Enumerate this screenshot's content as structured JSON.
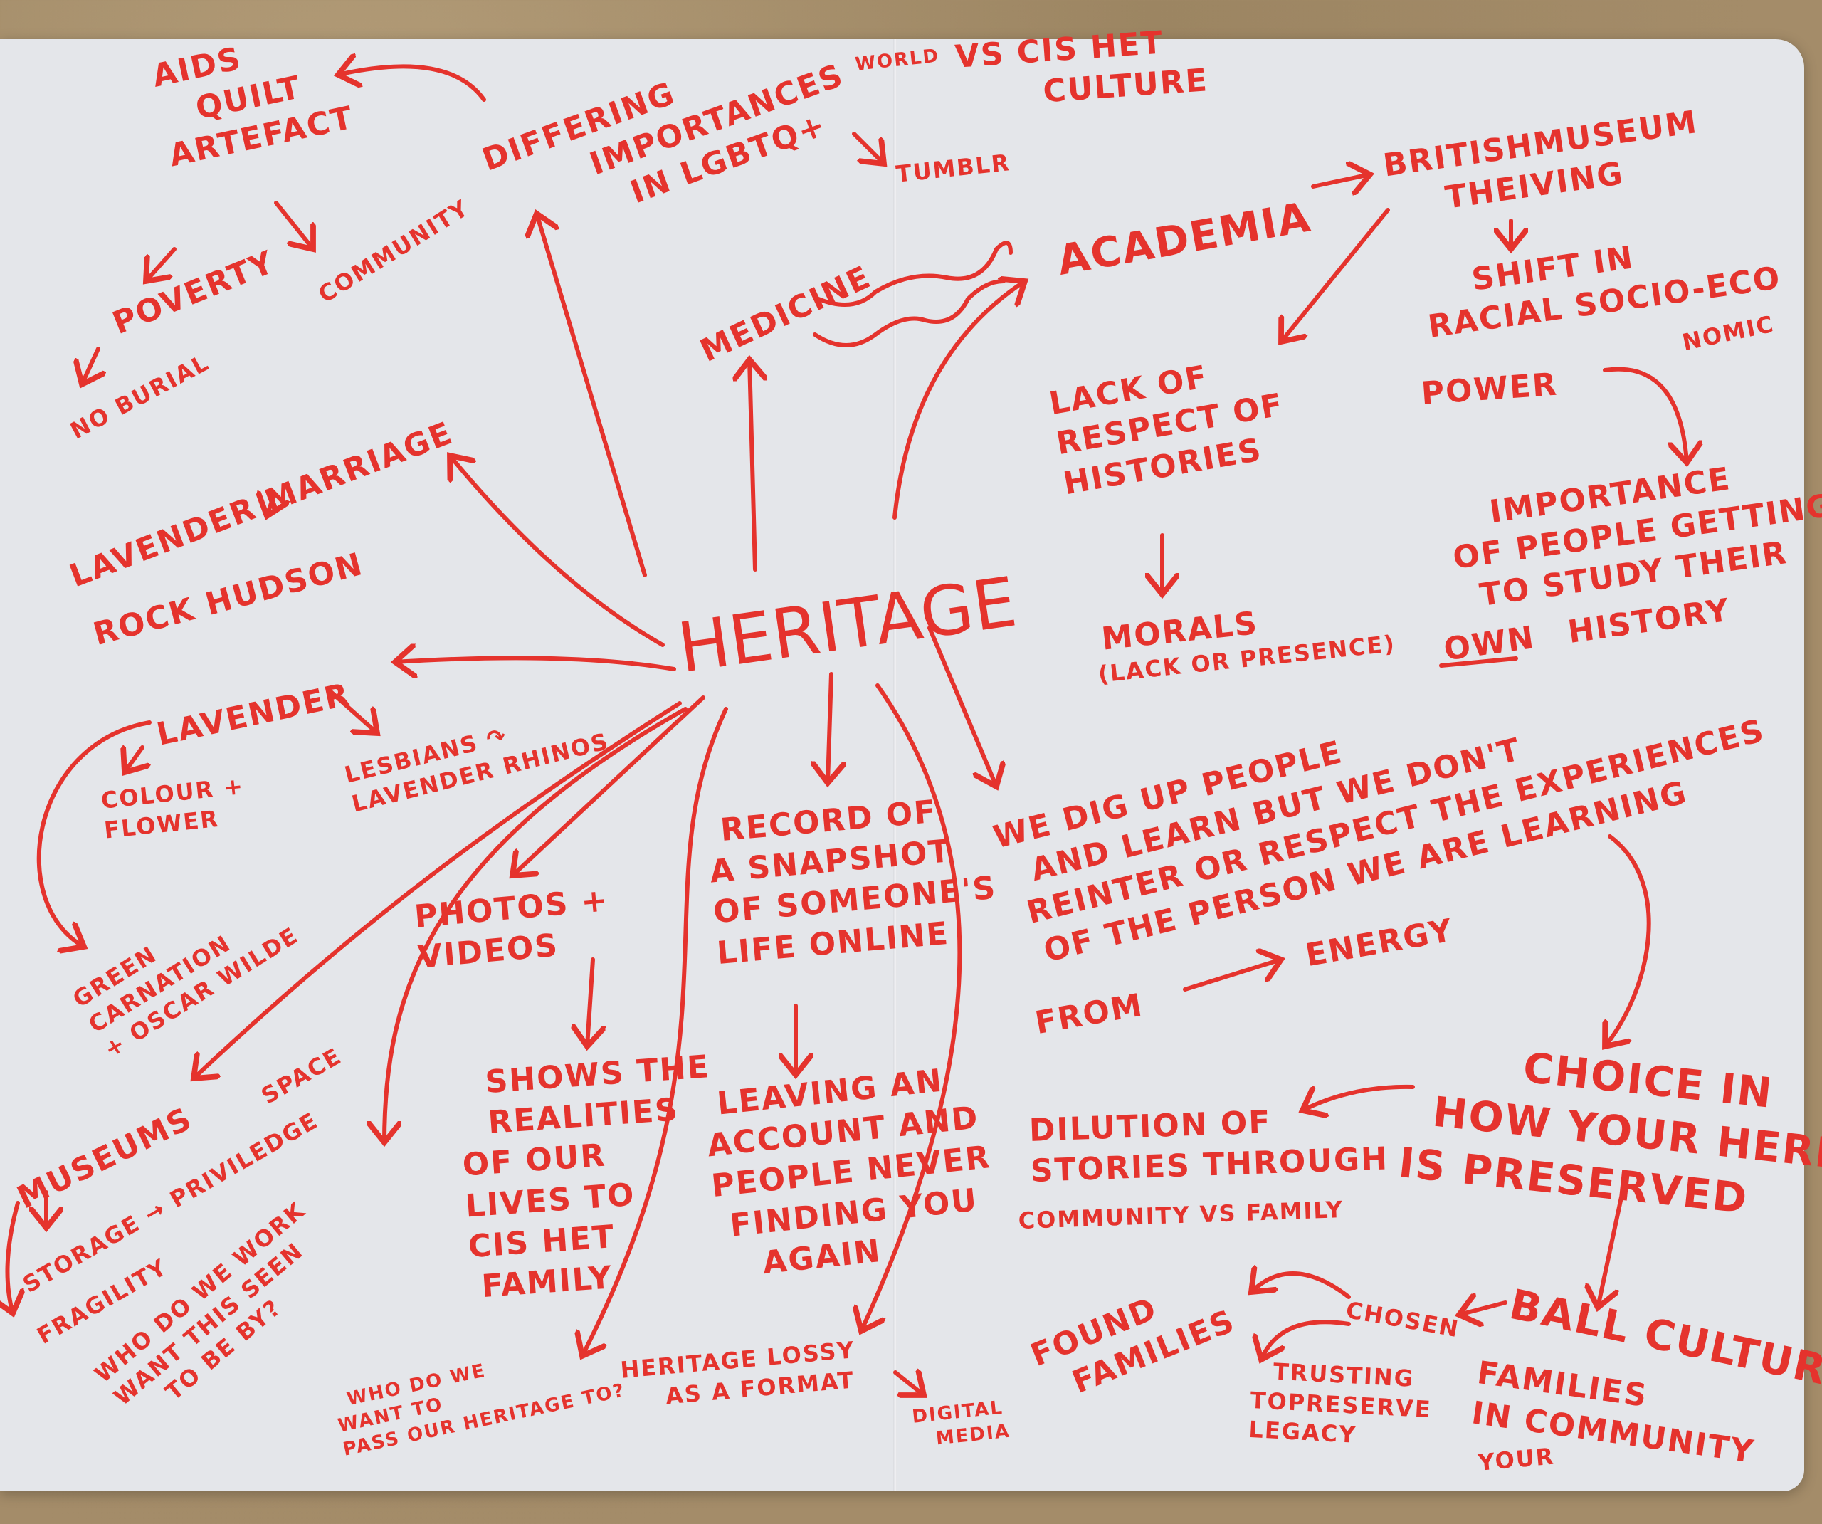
{
  "colors": {
    "ink": "#e5332d",
    "paper": "#e4e6ea",
    "background": "#a48c69"
  },
  "nodes": {
    "aids_quilt": [
      "AIDS",
      "QUILT",
      "ARTEFACT"
    ],
    "community": "COMMUNITY",
    "poverty": "POVERTY",
    "no_burial": "NO BURIAL",
    "differing": [
      "DIFFERING",
      "IMPORTANCES",
      "IN LGBTQ+"
    ],
    "world": "WORLD",
    "vs_cishet": [
      "VS CIS HET",
      "CULTURE"
    ],
    "tumblr": "TUMBLR",
    "medicine": "MEDICINE",
    "academia": "ACADEMIA",
    "british_museum": [
      "BRITISHMUSEUM",
      "THEIVING"
    ],
    "shift": [
      "SHIFT IN",
      "RACIAL SOCIO-ECO"
    ],
    "nomic": "NOMIC",
    "power": "POWER",
    "lack_of_respect": [
      "LACK OF",
      "RESPECT OF",
      "HISTORIES"
    ],
    "morals": [
      "MORALS",
      "(LACK OR PRESENCE)"
    ],
    "importance": [
      "IMPORTANCE",
      "OF PEOPLE GETTING",
      "TO STUDY THEIR"
    ],
    "own": "OWN",
    "history": "HISTORY",
    "lavender_marriage": "LAVENDER MARRIAGE",
    "rock_hudson": "ROCK HUDSON",
    "heritage": "HERITAGE",
    "lavender": "LAVENDER",
    "lesbians": [
      "LESBIANS ↷",
      "LAVENDER RHINOS"
    ],
    "colour_flower": [
      "COLOUR +",
      "FLOWER"
    ],
    "green_carnation": [
      "GREEN",
      "CARNATION",
      "+ OSCAR WILDE"
    ],
    "photos": [
      "PHOTOS +",
      "VIDEOS"
    ],
    "record": [
      "RECORD OF",
      "A SNAPSHOT",
      "OF SOMEONE'S",
      "LIFE ONLINE"
    ],
    "leaving": [
      "LEAVING AN",
      "ACCOUNT AND",
      "PEOPLE NEVER",
      "FINDING YOU",
      "AGAIN"
    ],
    "shows": [
      "SHOWS THE",
      "REALITIES",
      "OF OUR",
      "LIVES TO",
      "CIS HET",
      "FAMILY"
    ],
    "museums": "MUSEUMS",
    "storage": "STORAGE → PRIVILEDGE",
    "space": "SPACE",
    "fragility": "FRAGILITY",
    "who_seen": [
      "WHO DO WE WORK",
      "WANT THIS SEEN",
      "TO BE BY?"
    ],
    "who_pass": [
      "WHO DO WE",
      "WANT TO",
      "PASS OUR HERITAGE TO?"
    ],
    "lossy": [
      "HERITAGE LOSSY",
      "AS A FORMAT"
    ],
    "digital_media": [
      "DIGITAL",
      "MEDIA"
    ],
    "we_dig": [
      "WE DIG UP PEOPLE",
      "AND LEARN BUT WE DON'T",
      "REINTER OR RESPECT THE EXPERIENCES",
      "OF THE PERSON WE ARE LEARNING"
    ],
    "from": "FROM",
    "energy": "ENERGY",
    "choice": [
      "CHOICE IN",
      "HOW YOUR HERITAGE",
      "IS  PRESERVED"
    ],
    "dilution": [
      "DILUTION OF",
      "STORIES THROUGH"
    ],
    "community_family": "COMMUNITY VS FAMILY",
    "ball_culture": "BALL CULTURE",
    "chosen": "CHOSEN",
    "families_in": [
      "FAMILIES",
      "IN COMMUNITY"
    ],
    "your": "YOUR",
    "found_families": [
      "FOUND",
      "FAMILIES"
    ],
    "trusting": [
      "TRUSTING",
      "TOPRESERVE",
      "LEGACY"
    ]
  }
}
